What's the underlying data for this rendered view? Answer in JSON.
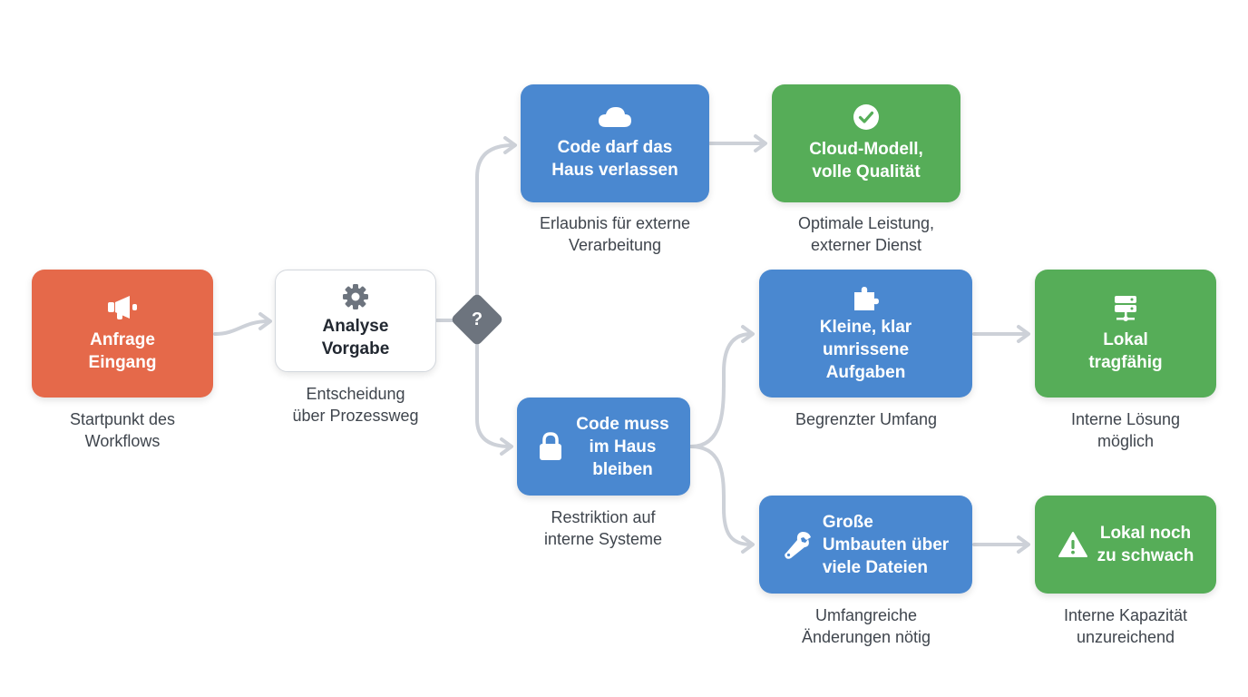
{
  "nodes": {
    "anfrage": {
      "label": "Anfrage\nEingang",
      "caption": "Startpunkt des\nWorkflows",
      "icon": "megaphone-icon"
    },
    "analyse": {
      "label": "Analyse\nVorgabe",
      "caption": "Entscheidung\nüber Prozessweg",
      "icon": "gear-icon"
    },
    "decision": {
      "symbol": "?",
      "icon": "question-diamond-icon"
    },
    "code_darf": {
      "label": "Code darf das\nHaus verlassen",
      "caption": "Erlaubnis für externe\nVerarbeitung",
      "icon": "cloud-icon"
    },
    "cloud_modell": {
      "label": "Cloud-Modell,\nvolle Qualität",
      "caption": "Optimale Leistung,\nexterner Dienst",
      "icon": "check-circle-icon"
    },
    "code_muss": {
      "label": "Code muss\nim Haus\nbleiben",
      "caption": "Restriktion auf\ninterne Systeme",
      "icon": "lock-icon"
    },
    "kleine_aufgaben": {
      "label": "Kleine, klar\numrissene\nAufgaben",
      "caption": "Begrenzter Umfang",
      "icon": "puzzle-icon"
    },
    "lokal_tragfaehig": {
      "label": "Lokal\ntragfähig",
      "caption": "Interne Lösung\nmöglich",
      "icon": "server-icon"
    },
    "grosse_umbauten": {
      "label": "Große\nUmbauten über\nviele Dateien",
      "caption": "Umfangreiche\nÄnderungen nötig",
      "icon": "wrench-icon"
    },
    "lokal_schwach": {
      "label": "Lokal noch\nzu schwach",
      "caption": "Interne Kapazität\nunzureichend",
      "icon": "warning-icon"
    }
  },
  "colors": {
    "start": "#e5694a",
    "process": "#4a88d0",
    "result": "#56ad58",
    "decision": "#6d747e",
    "connector": "#cdd1d8"
  }
}
